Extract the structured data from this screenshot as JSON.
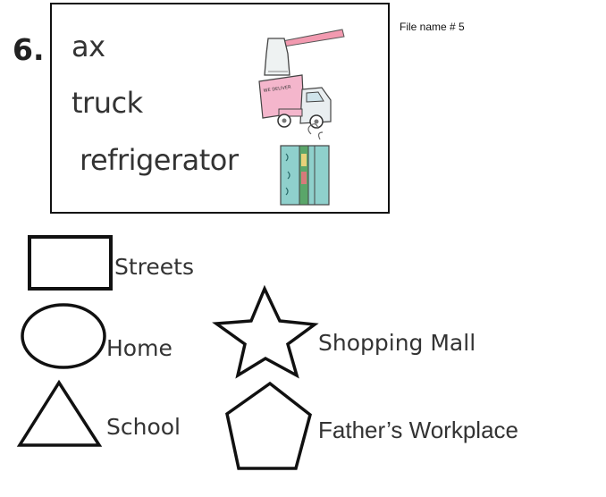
{
  "question": {
    "number": "6."
  },
  "file_label": "File name # 5",
  "words": {
    "ax": "ax",
    "truck": "truck",
    "refrigerator": "refrigerator"
  },
  "truck_sign": "WE DELIVER",
  "legend": {
    "streets": "Streets",
    "home": "Home",
    "school": "School",
    "mall": "Shopping Mall",
    "workplace": "Father’s Workplace"
  },
  "colors": {
    "ax_handle": "#f29ab0",
    "truck_body": "#f4b6cc",
    "fridge": "#8fd0cc"
  }
}
